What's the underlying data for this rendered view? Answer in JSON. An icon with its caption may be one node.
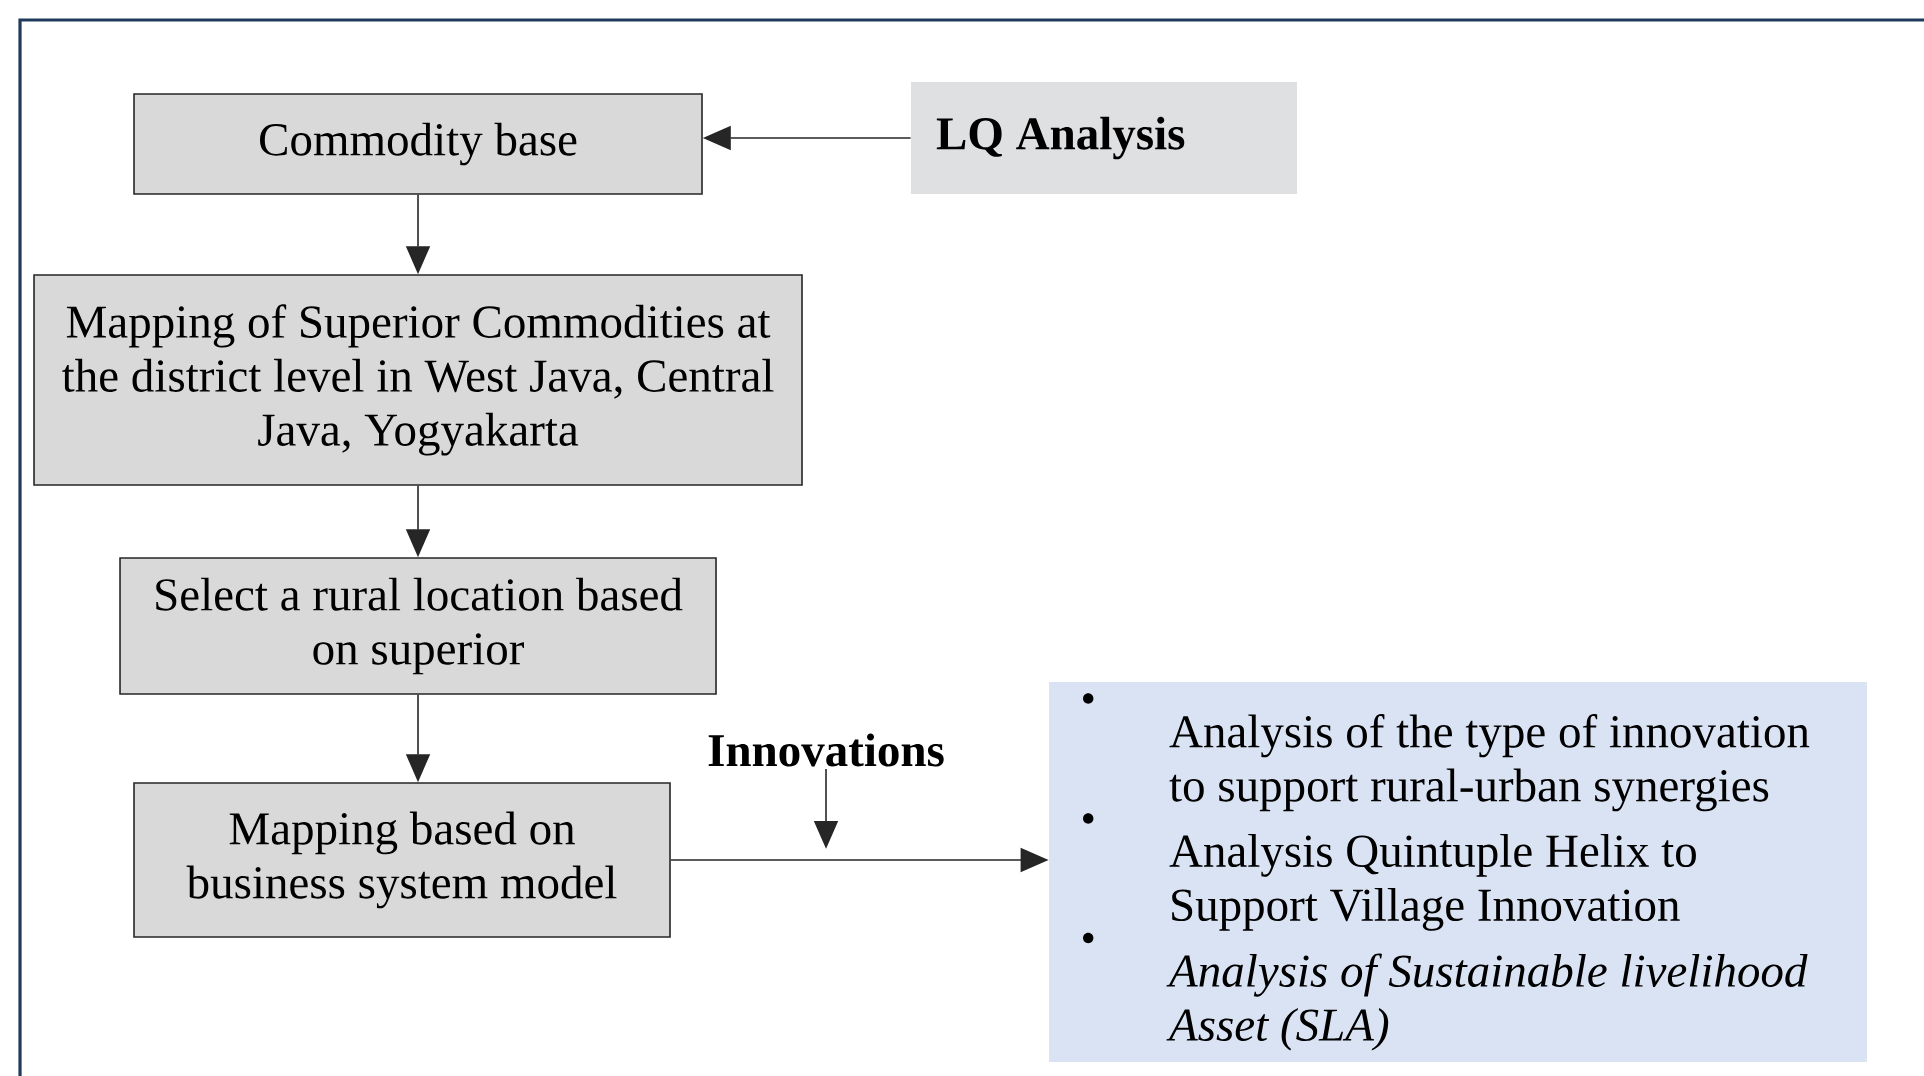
{
  "diagram": {
    "nodes": [
      {
        "text": [
          "Commodity base"
        ]
      },
      {
        "text": [
          "LQ Analysis"
        ]
      },
      {
        "text": [
          "Mapping of Superior Commodities at the district level in West Java, Central Java, Yogyakarta"
        ]
      },
      {
        "text": [
          "Select a rural location based on superior"
        ]
      },
      {
        "text": [
          "Mapping based on business system model"
        ]
      },
      {
        "text": [
          "Analysis of the type of innovation to support rural-urban synergies",
          "Analysis Quintuple Helix to Support Village Innovation",
          "Analysis of Sustainable livelihood Asset (SLA)"
        ]
      },
      {
        "text": [
          "Innovations"
        ]
      }
    ],
    "edges": [
      {
        "from": 1,
        "to": 0,
        "arrow": "to"
      },
      {
        "from": 0,
        "to": 2,
        "arrow": "to"
      },
      {
        "from": 2,
        "to": 3,
        "arrow": "to"
      },
      {
        "from": 3,
        "to": 4,
        "arrow": "to"
      },
      {
        "from": 4,
        "to": 5,
        "arrow": "to"
      },
      {
        "from": 6,
        "to": null,
        "arrow": "to"
      }
    ]
  }
}
